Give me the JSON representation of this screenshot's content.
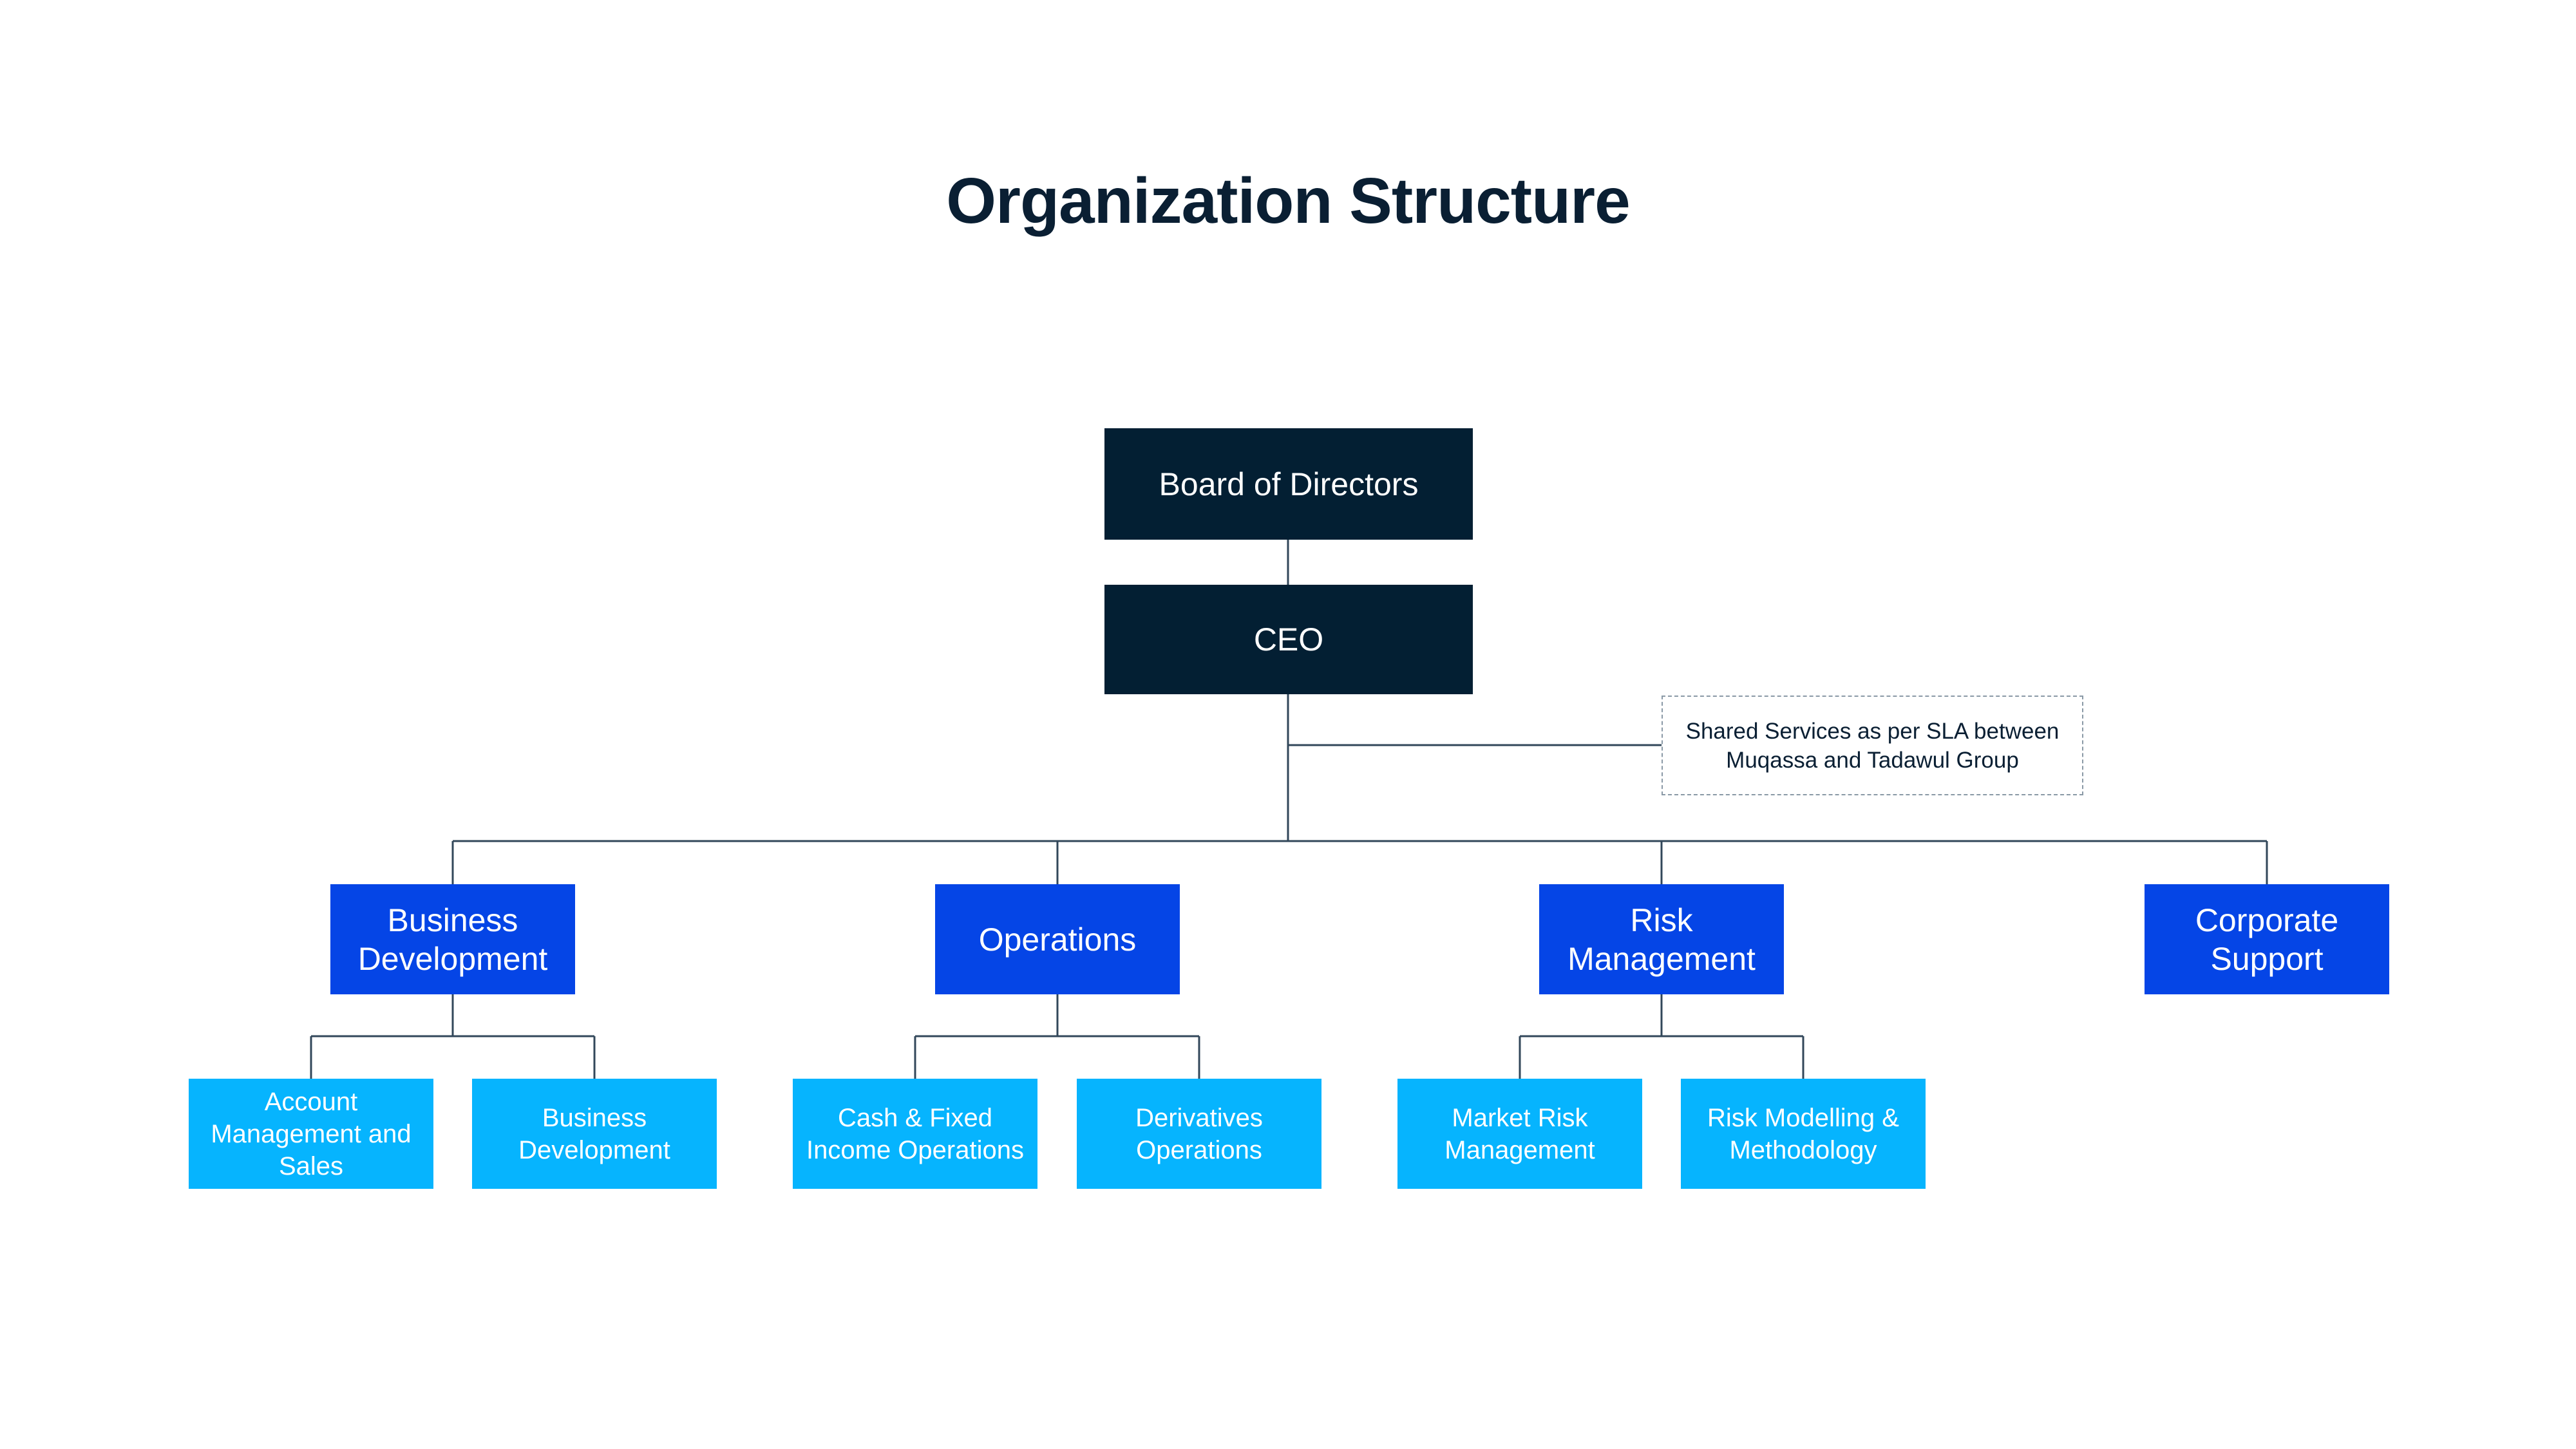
{
  "title": "Organization Structure",
  "top": {
    "board": "Board of Directors",
    "ceo": "CEO"
  },
  "shared_services": "Shared Services  as per SLA between Muqassa and Tadawul Group",
  "departments": {
    "business_development": "Business Development",
    "operations": "Operations",
    "risk_management": "Risk Management",
    "corporate_support": "Corporate Support"
  },
  "units": {
    "account_management_sales": "Account Management and Sales",
    "business_development": "Business Development",
    "cash_fixed_income": "Cash & Fixed Income Operations",
    "derivatives_operations": "Derivatives Operations",
    "market_risk_management": "Market Risk Management",
    "risk_modelling": "Risk Modelling & Methodology"
  },
  "colors": {
    "executive": "#031f33",
    "department": "#0545e6",
    "unit": "#06b4fe",
    "connector": "#32475a"
  }
}
